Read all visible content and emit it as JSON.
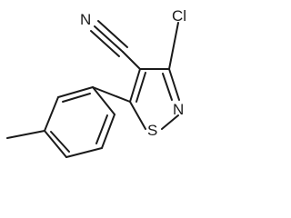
{
  "molecule": {
    "atoms": {
      "nitrile_n": "N",
      "chlorine": "Cl",
      "ring_n": "N",
      "ring_s": "S"
    }
  },
  "colors": {
    "bond": "#1a1a1a",
    "label": "#1a1a1a",
    "background": "#ffffff"
  }
}
